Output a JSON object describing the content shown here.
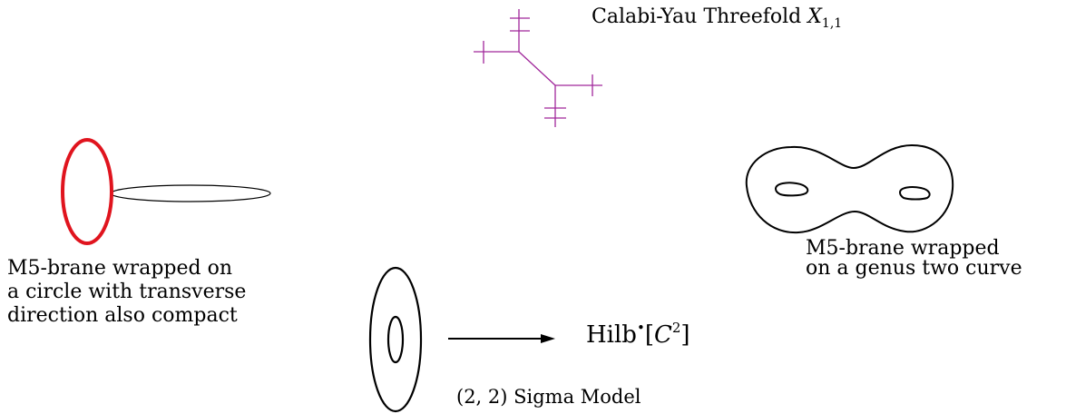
{
  "calabi_yau": {
    "title_prefix": "Calabi-Yau Threefold ",
    "title_var": "X",
    "title_sub": "1,1",
    "color": "#a0279b"
  },
  "m5_circle": {
    "lines": [
      "M5-brane wrapped on",
      "a circle with transverse",
      "direction also compact"
    ],
    "circle_color": "#e0141e"
  },
  "m5_genus": {
    "lines": [
      "M5-brane wrapped",
      "on a genus two curve"
    ]
  },
  "sigma_model": {
    "target_prefix": "Hilb",
    "target_bullet": "•",
    "target_open": "[",
    "target_var": "C",
    "target_exp": "2",
    "target_close": "]",
    "caption": "(2, 2) Sigma Model"
  }
}
